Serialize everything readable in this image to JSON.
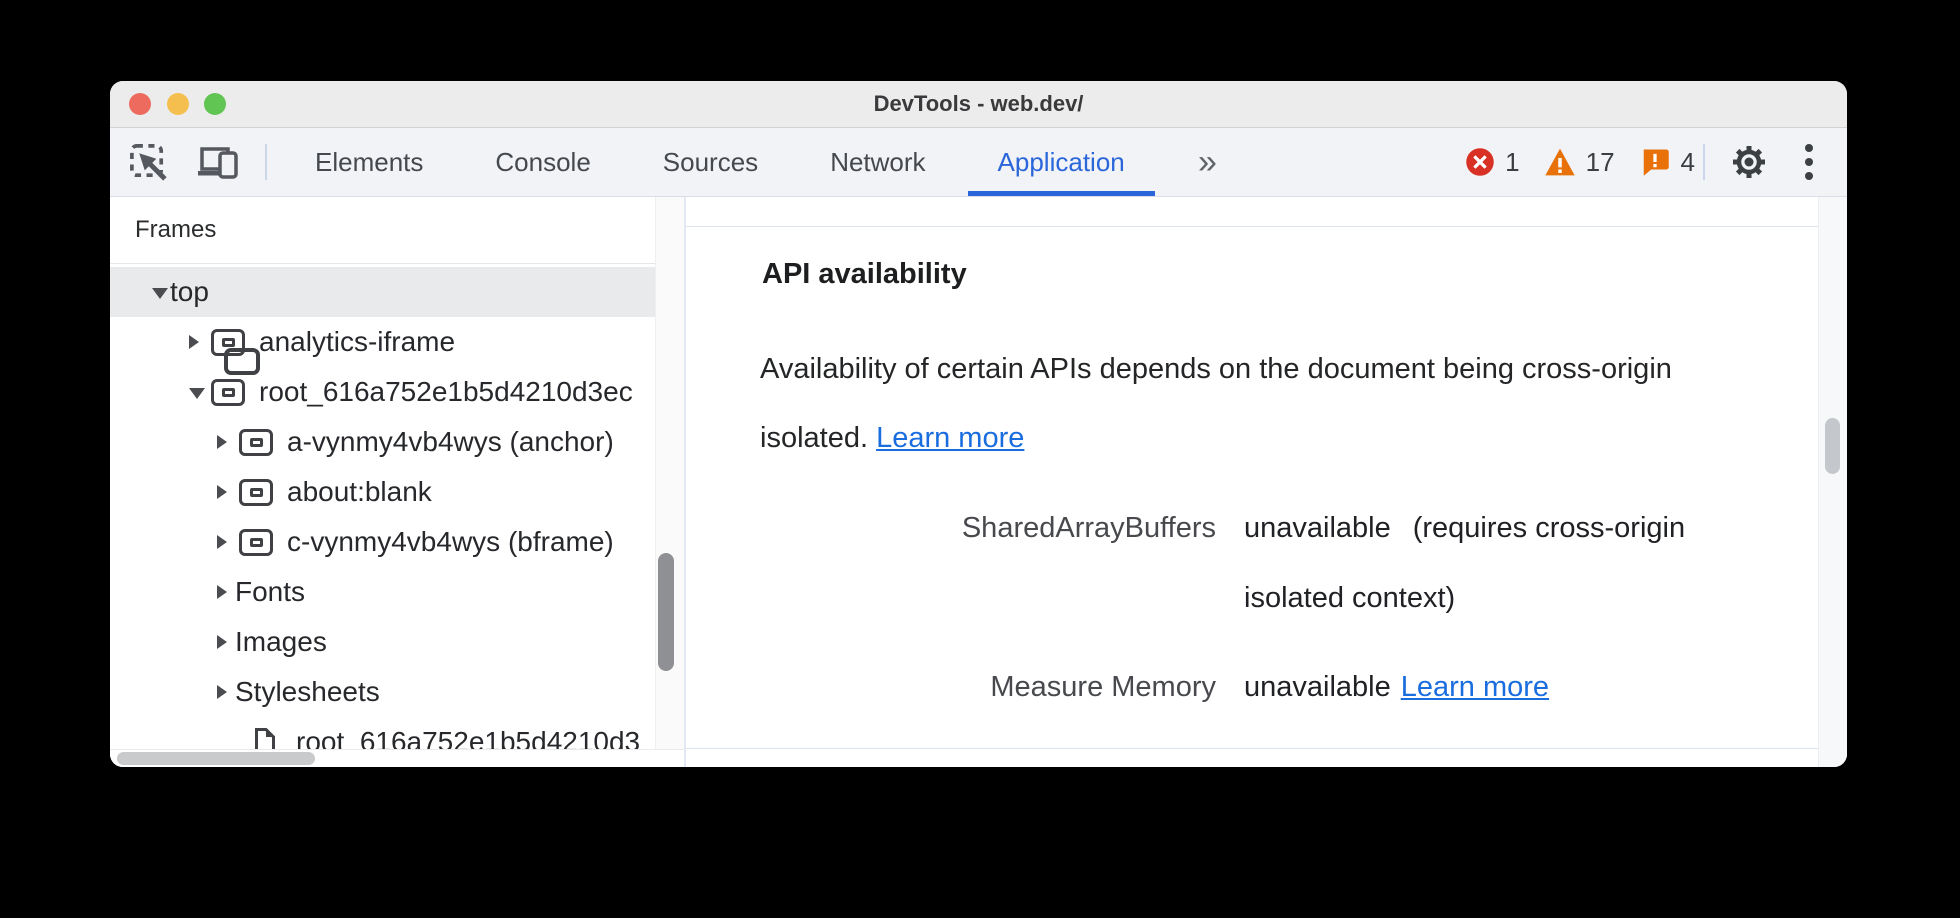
{
  "window_title": "DevTools - web.dev/",
  "toolbar": {
    "tabs": [
      {
        "label": "Elements",
        "active": false
      },
      {
        "label": "Console",
        "active": false
      },
      {
        "label": "Sources",
        "active": false
      },
      {
        "label": "Network",
        "active": false
      },
      {
        "label": "Application",
        "active": true
      }
    ],
    "more_tabs_glyph": "»",
    "badges": [
      {
        "type": "error",
        "count": "1"
      },
      {
        "type": "warning",
        "count": "17"
      },
      {
        "type": "issue",
        "count": "4"
      }
    ]
  },
  "sidebar": {
    "header": "Frames",
    "tree": [
      {
        "label": "top",
        "level": 1,
        "expanded": true,
        "icon": "window",
        "selected": true
      },
      {
        "label": "analytics-iframe",
        "level": 2,
        "expanded": false,
        "icon": "frame",
        "selected": false
      },
      {
        "label": "root_616a752e1b5d4210d3ec",
        "level": 2,
        "expanded": true,
        "icon": "frame",
        "selected": false
      },
      {
        "label": "a-vynmy4vb4wys (anchor)",
        "level": 3,
        "expanded": false,
        "icon": "frame",
        "selected": false
      },
      {
        "label": "about:blank",
        "level": 3,
        "expanded": false,
        "icon": "frame",
        "selected": false
      },
      {
        "label": "c-vynmy4vb4wys (bframe)",
        "level": 3,
        "expanded": false,
        "icon": "frame",
        "selected": false
      },
      {
        "label": "Fonts",
        "level": 3,
        "expanded": false,
        "icon": null,
        "selected": false
      },
      {
        "label": "Images",
        "level": 3,
        "expanded": false,
        "icon": null,
        "selected": false
      },
      {
        "label": "Stylesheets",
        "level": 3,
        "expanded": false,
        "icon": null,
        "selected": false
      },
      {
        "label": "root_616a752e1b5d4210d3",
        "level": 4,
        "expanded": null,
        "icon": "document",
        "selected": false
      }
    ]
  },
  "main": {
    "heading": "API availability",
    "description_line1": "Availability of certain APIs depends on the document being cross-origin",
    "description_line2": "isolated.",
    "description_link": "Learn more",
    "rows": [
      {
        "label": "SharedArrayBuffers",
        "value": "unavailable",
        "note": "(requires cross-origin isolated context)",
        "link": null
      },
      {
        "label": "Measure Memory",
        "value": "unavailable",
        "note": null,
        "link": "Learn more"
      }
    ]
  },
  "colors": {
    "accent_blue": "#2a66da",
    "link_blue": "#1a6dde",
    "error_red": "#d93025",
    "warning_orange": "#e8710a",
    "traffic_red": "#ec6a5e",
    "traffic_yellow": "#f5bf4f",
    "traffic_green": "#61c554"
  }
}
